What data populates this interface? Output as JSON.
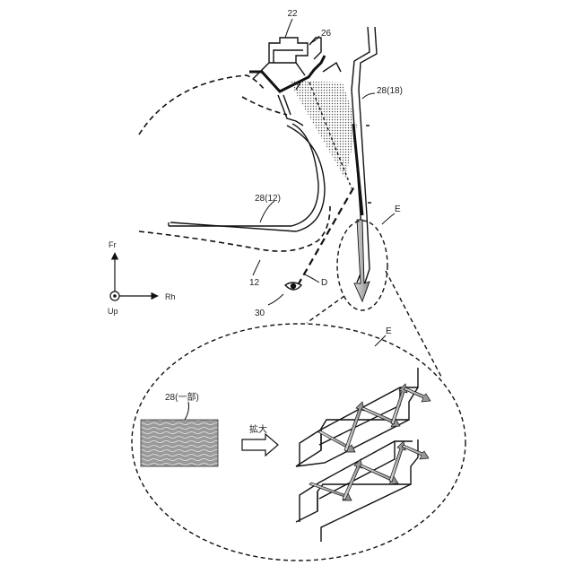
{
  "labels": {
    "ref_22": "22",
    "ref_26": "26",
    "ref_28_18": "28(18)",
    "ref_28_12": "28(12)",
    "ref_E_upper": "E",
    "ref_12": "12",
    "ref_D": "D",
    "ref_30": "30",
    "ref_E_lower": "E",
    "ref_28_part": "28(一部)",
    "enlarge": "拡大",
    "axis_fr": "Fr",
    "axis_rh": "Rh",
    "axis_up": "Up"
  }
}
